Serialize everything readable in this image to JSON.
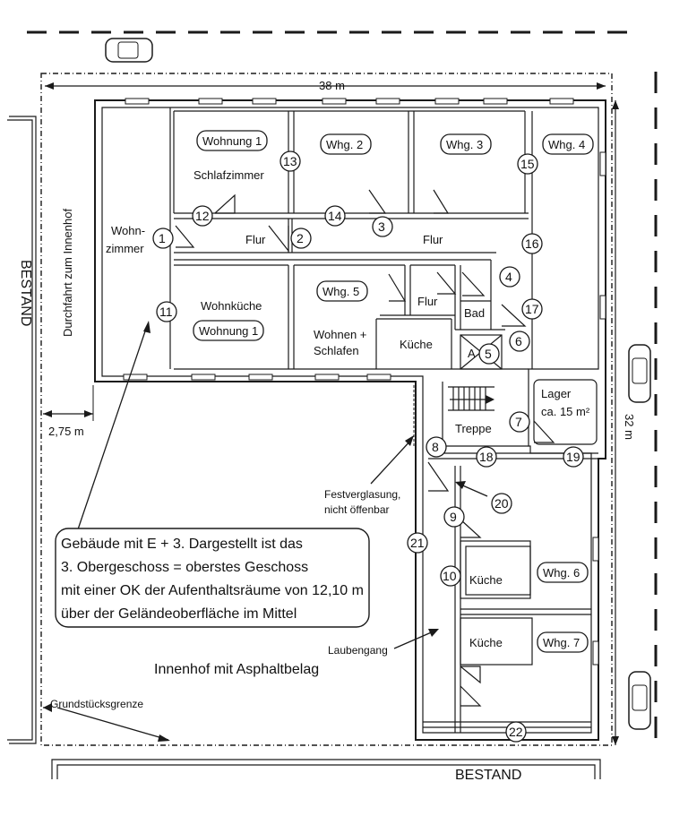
{
  "dimensions": {
    "width": "38 m",
    "depth": "32 m",
    "passage": "2,75 m"
  },
  "labels": {
    "bestand_left": "BESTAND",
    "bestand_bottom": "BESTAND",
    "durchfahrt": "Durchfahrt zum Innenhof",
    "innenhof": "Innenhof mit Asphaltbelag",
    "grenze": "Grundstücksgrenze",
    "laubengang": "Laubengang",
    "festverglasung_1": "Festverglasung,",
    "festverglasung_2": "nicht öffenbar",
    "aufzug": "A"
  },
  "rooms": {
    "wohnung1_top": "Wohnung 1",
    "schlafzimmer": "Schlafzimmer",
    "whg2": "Whg. 2",
    "whg3": "Whg. 3",
    "whg4": "Whg. 4",
    "wohnzimmer_1": "Wohn-",
    "wohnzimmer_2": "zimmer",
    "flur_left": "Flur",
    "flur_mid": "Flur",
    "flur_small": "Flur",
    "wohnkueche": "Wohnküche",
    "wohnung1_bottom": "Wohnung 1",
    "whg5": "Whg. 5",
    "wohnen_1": "Wohnen +",
    "wohnen_2": "Schlafen",
    "kueche5": "Küche",
    "bad": "Bad",
    "lager_1": "Lager",
    "lager_2": "ca. 15 m²",
    "treppe": "Treppe",
    "kueche6": "Küche",
    "whg6": "Whg. 6",
    "kueche7": "Küche",
    "whg7": "Whg. 7"
  },
  "note": {
    "line1": "Gebäude mit E + 3. Dargestellt ist das",
    "line2": "3.  Obergeschoss = oberstes Geschoss",
    "line3": "mit einer OK der Aufenthaltsräume von 12,10 m",
    "line4": "über der Geländeoberfläche im Mittel"
  },
  "markers": [
    "1",
    "2",
    "3",
    "4",
    "5",
    "6",
    "7",
    "8",
    "9",
    "10",
    "11",
    "12",
    "13",
    "14",
    "15",
    "16",
    "17",
    "18",
    "19",
    "20",
    "21",
    "22"
  ],
  "icons": [
    "car-icon",
    "car-icon",
    "car-icon"
  ]
}
